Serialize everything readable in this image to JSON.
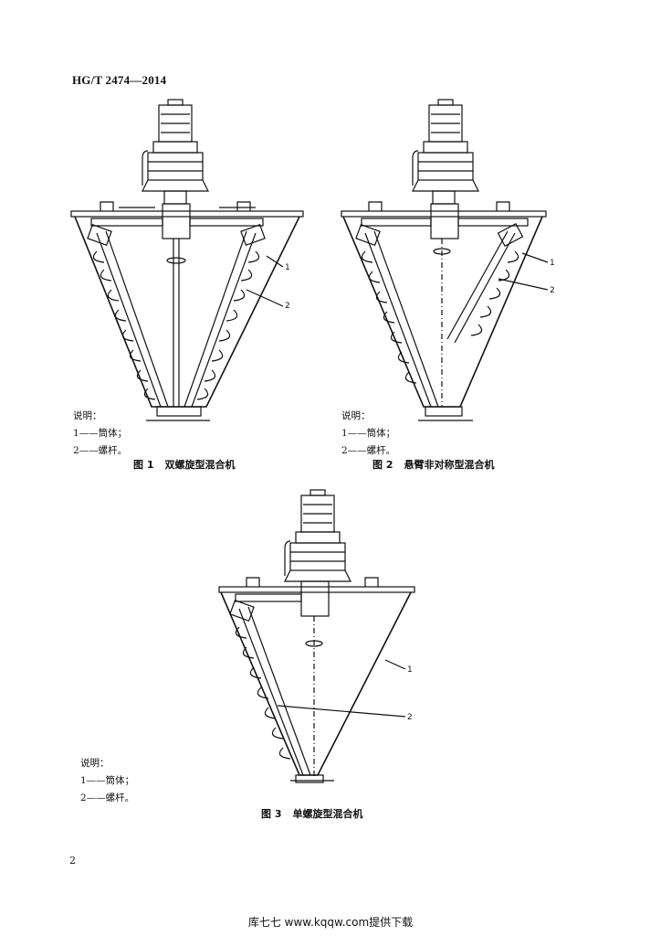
{
  "header": {
    "standard_code": "HG/T 2474—2014"
  },
  "figures": [
    {
      "caption_number": "图 1",
      "caption_title": "双螺旋型混合机",
      "callouts": [
        "1",
        "2"
      ],
      "legend": {
        "heading": "说明：",
        "items": [
          "1——筒体；",
          "2——螺杆。"
        ]
      }
    },
    {
      "caption_number": "图 2",
      "caption_title": "悬臂非对称型混合机",
      "callouts": [
        "1",
        "2"
      ],
      "legend": {
        "heading": "说明：",
        "items": [
          "1——筒体；",
          "2——螺杆。"
        ]
      }
    },
    {
      "caption_number": "图 3",
      "caption_title": "单螺旋型混合机",
      "callouts": [
        "1",
        "2"
      ],
      "legend": {
        "heading": "说明：",
        "items": [
          "1——筒体；",
          "2——螺杆。"
        ]
      }
    }
  ],
  "page": {
    "number": "2"
  },
  "footer": {
    "text": "库七七 www.kqqw.com提供下载"
  }
}
